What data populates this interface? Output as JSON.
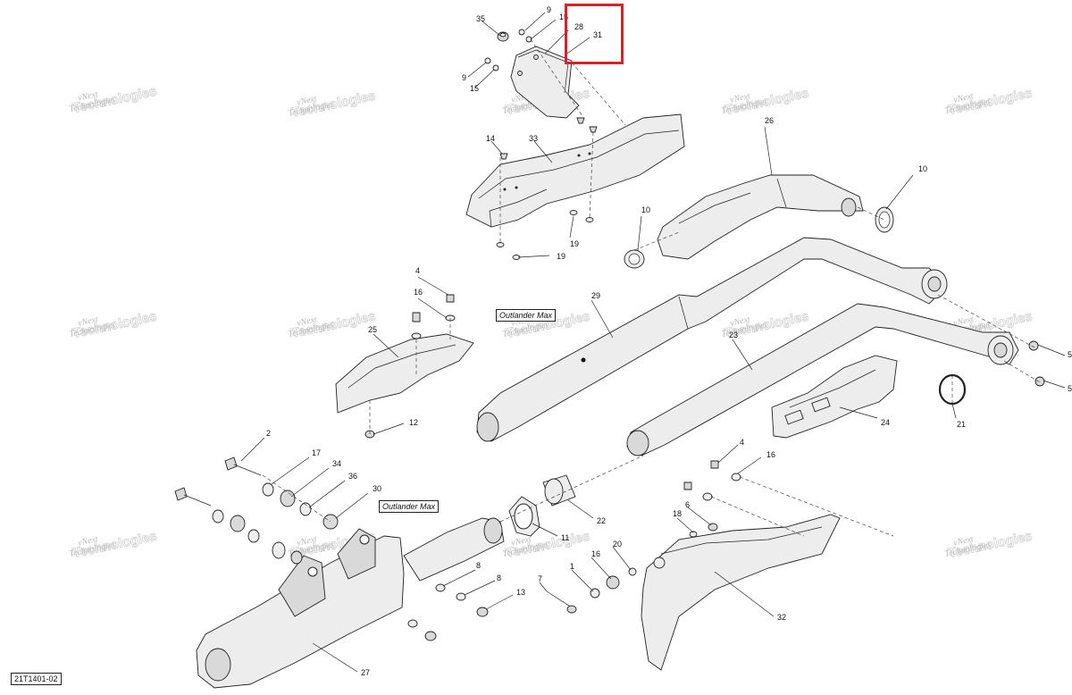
{
  "diagram": {
    "doc_id": "21T1401-02",
    "model_labels": [
      "Outlander Max",
      "Outlander Max"
    ],
    "watermark_line1": "vNext",
    "watermark_line2": "Technologies",
    "callouts": [
      "35",
      "9",
      "15",
      "28",
      "31",
      "9",
      "15",
      "14",
      "33",
      "19",
      "19",
      "26",
      "10",
      "10",
      "29",
      "4",
      "16",
      "25",
      "12",
      "23",
      "24",
      "21",
      "5",
      "5",
      "2",
      "17",
      "34",
      "36",
      "30",
      "11",
      "22",
      "4",
      "16",
      "6",
      "18",
      "8",
      "8",
      "13",
      "20",
      "16",
      "1",
      "7",
      "27",
      "32"
    ],
    "highlight_color": "#d6202a"
  }
}
